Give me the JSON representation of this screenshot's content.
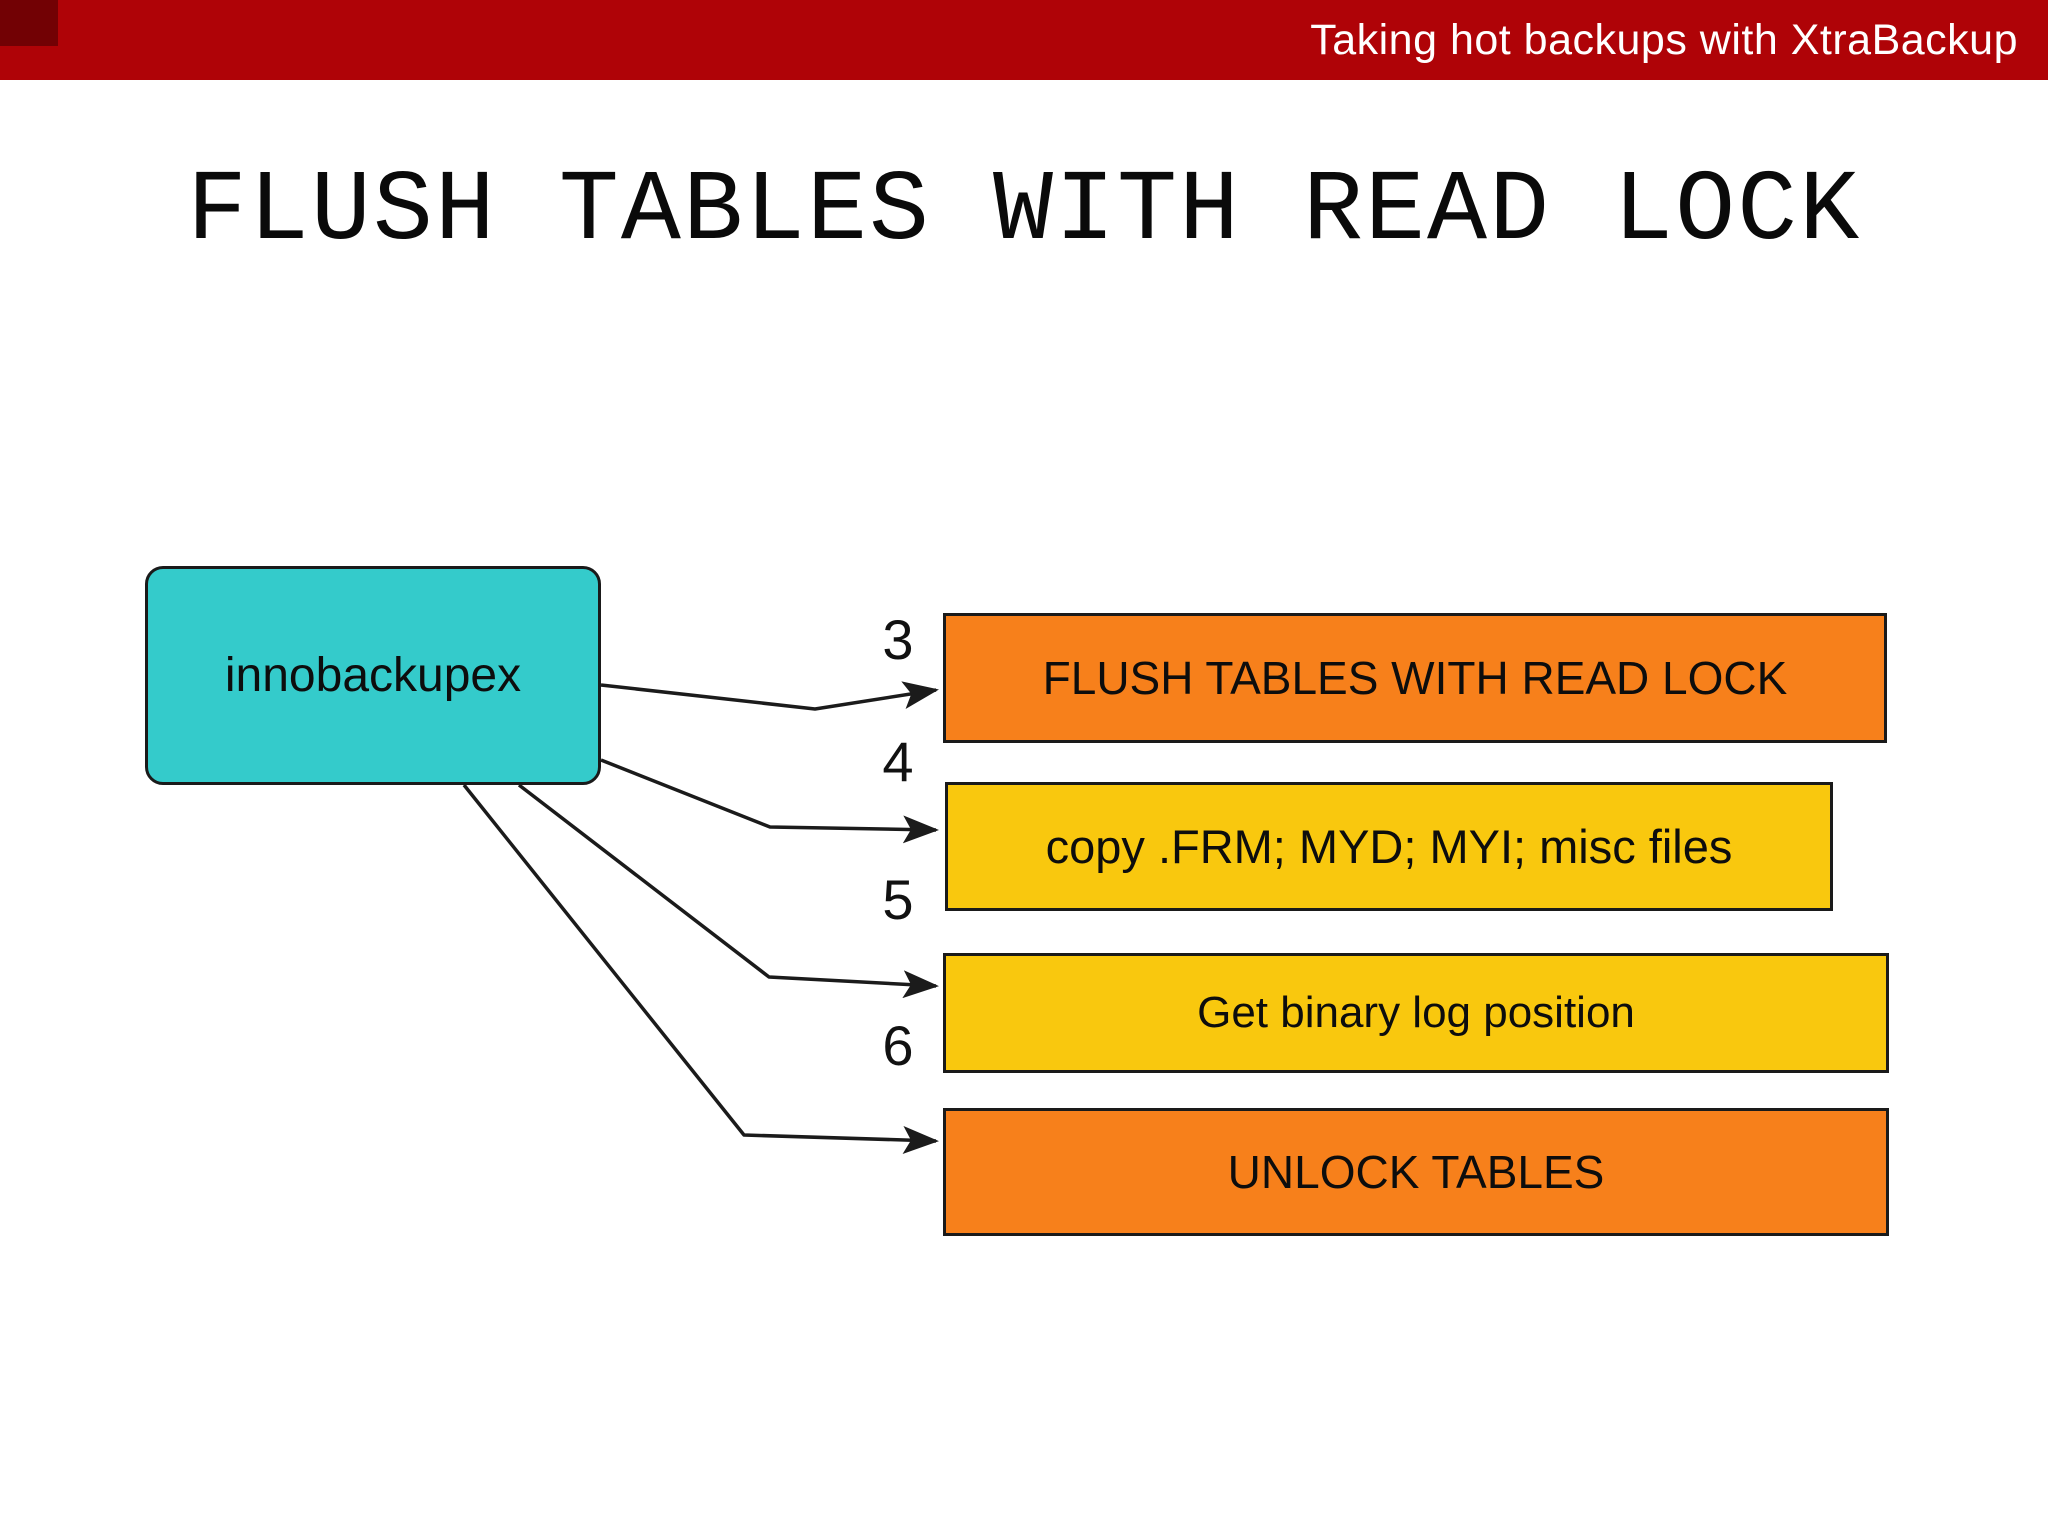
{
  "header": {
    "title": "Taking hot backups with XtraBackup",
    "bg_color": "#AF0307",
    "text_color": "#FFFFFF"
  },
  "slide": {
    "title": "FLUSH TABLES WITH READ LOCK",
    "background_color": "#FFFFFF"
  },
  "diagram": {
    "source": {
      "label": "innobackupex",
      "color": "#34CBCB"
    },
    "steps": [
      {
        "number": "3",
        "label": "FLUSH TABLES WITH READ LOCK",
        "color": "#F7801B"
      },
      {
        "number": "4",
        "label": "copy .FRM; MYD; MYI; misc files",
        "color": "#F9C80E"
      },
      {
        "number": "5",
        "label": "Get binary log position",
        "color": "#F9C80E"
      },
      {
        "number": "6",
        "label": "UNLOCK TABLES",
        "color": "#F7801B"
      }
    ],
    "border_color": "#1A1A1A",
    "arrow_color": "#1B1B1B"
  }
}
